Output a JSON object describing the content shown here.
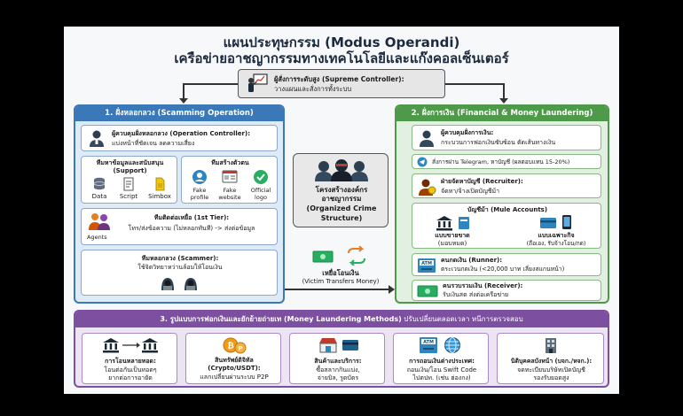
{
  "title": {
    "line1": "แผนประทุษกรรม (Modus Operandi)",
    "line2": "เครือข่ายอาชญากรรมทางเทคโนโลยีและแก๊งคอลเซ็นเตอร์"
  },
  "supreme": {
    "label": "ผู้สั่งการระดับสูง (Supreme Controller):",
    "desc": "วางแผนและสั่งการทั้งระบบ"
  },
  "scamming": {
    "header": "1. ฝั่งหลอกลวง (Scamming Operation)",
    "controller_label": "ผู้ควบคุมฝั่งหลอกลวง (Operation Controller):",
    "controller_desc": "แบ่งหน้าที่ชัดเจน ลดความเสี่ยง",
    "support_title": "ทีมหาข้อมูลและสนับสนุน",
    "support_sub": "(Support)",
    "support_items": [
      "Data",
      "Script",
      "Simbox"
    ],
    "identity_title": "ทีมสร้างตัวตน",
    "identity_items": [
      "Fake profile",
      "Fake website",
      "Official logo"
    ],
    "tier1_title": "ทีมติดต่อเหยื่อ (1st Tier):",
    "tier1_desc": "โทร/ส่งข้อความ (ไม่หลอกทันที) -> ส่งต่อข้อมูล",
    "agents_label": "Agents",
    "scammer_title": "ทีมหลอกลวง (Scammer):",
    "scammer_desc": "ใช้จิตวิทยาหว่านล้อมให้โอนเงิน"
  },
  "center": {
    "label1": "โครงสร้างองค์กร",
    "label2": "อาชญากรรม",
    "label3": "(Organized Crime",
    "label4": "Structure)"
  },
  "victim": {
    "label": "เหยื่อโอนเงิน",
    "sub": "(Victim Transfers Money)"
  },
  "finance": {
    "header": "2. ฝั่งการเงิน (Financial & Money Laundering)",
    "controller_label": "ผู้ควบคุมฝั่งการเงิน:",
    "controller_desc": "กระบวนการฟอกเงินซับซ้อน ตัดเส้นทางเงิน",
    "telegram": "สั่งการผ่าน Telegram, หาบัญชี (ผลตอบแทน 15-20%)",
    "recruiter_label": "ฝ่ายจัดหาบัญชี (Recruiter):",
    "recruiter_desc": "จัดหา/จ้างเปิดบัญชีม้า",
    "mule_title": "บัญชีม้า (Mule Accounts)",
    "mule_rent_1": "แบบขายขาด",
    "mule_rent_2": "(มอบหมด)",
    "mule_custom_1": "แบบเฉพาะกิจ",
    "mule_custom_2": "(ถือเอง, รับจ้างโอน/กด)",
    "runner_label": "คนกดเงิน (Runner):",
    "runner_desc": "ตระเวนกดเงิน (<20,000 บาท เลี่ยงสแกนหน้า)",
    "receiver_label": "คนรวบรวมเงิน (Receiver):",
    "receiver_desc": "รับเงินสด ส่งต่อเครือข่าย"
  },
  "laundering": {
    "header_bold": "3. รูปแบบการฟอกเงินและยักย้ายถ่ายเท (Money Laundering Methods)",
    "header_rest": " ปรับเปลี่ยนตลอดเวลา หนีการตรวจสอบ",
    "methods": [
      {
        "title": "การโอนหลายทอด:",
        "desc1": "โอนต่อกันเป็นทอดๆ",
        "desc2": "ยากต่อการอายัด"
      },
      {
        "title": "สินทรัพย์ดิจิทัล",
        "title2": "(Crypto/USDT):",
        "desc1": "แลกเปลี่ยนผ่านระบบ P2P"
      },
      {
        "title": "สินค้าและบริการ:",
        "desc1": "ซื้อสลากกินแบ่ง,",
        "desc2": "จ่ายบิล, รูดบัตร"
      },
      {
        "title": "การถอนเงินต่างประเทศ:",
        "desc1": "ถอนเงิน/โอน Swift Code",
        "desc2": "ไปตปท. (เช่น ฮ่องกง)"
      },
      {
        "title": "นิติบุคคลบังหน้า (บจก./หจก.):",
        "desc1": "จดทะเบียนบริษัทเปิดบัญชี",
        "desc2": "รองรับยอดสูง"
      }
    ]
  },
  "colors": {
    "blue": "#3b78b8",
    "green": "#4f9a4a",
    "purple": "#7d4fa0"
  }
}
